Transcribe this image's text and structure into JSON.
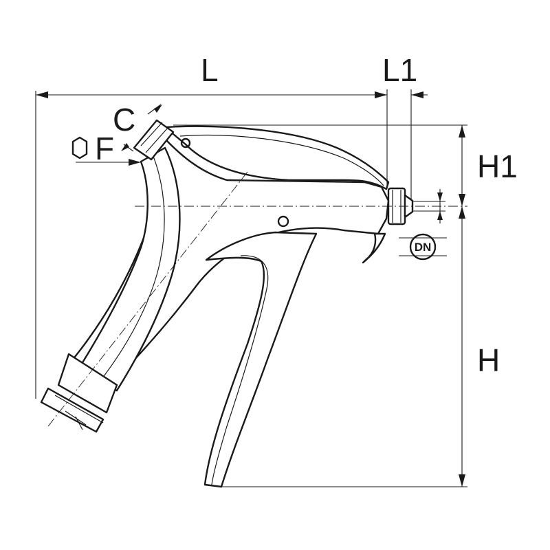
{
  "dimensions": {
    "length": "L",
    "length_nozzle": "L1",
    "height": "H",
    "height_top": "H1",
    "chamfer": "C",
    "wrench_size": "F",
    "nominal_diameter": "DN"
  },
  "icons": {
    "wrench": "hexagon-icon"
  },
  "colors": {
    "line": "#1a1a1a",
    "background": "#ffffff"
  }
}
